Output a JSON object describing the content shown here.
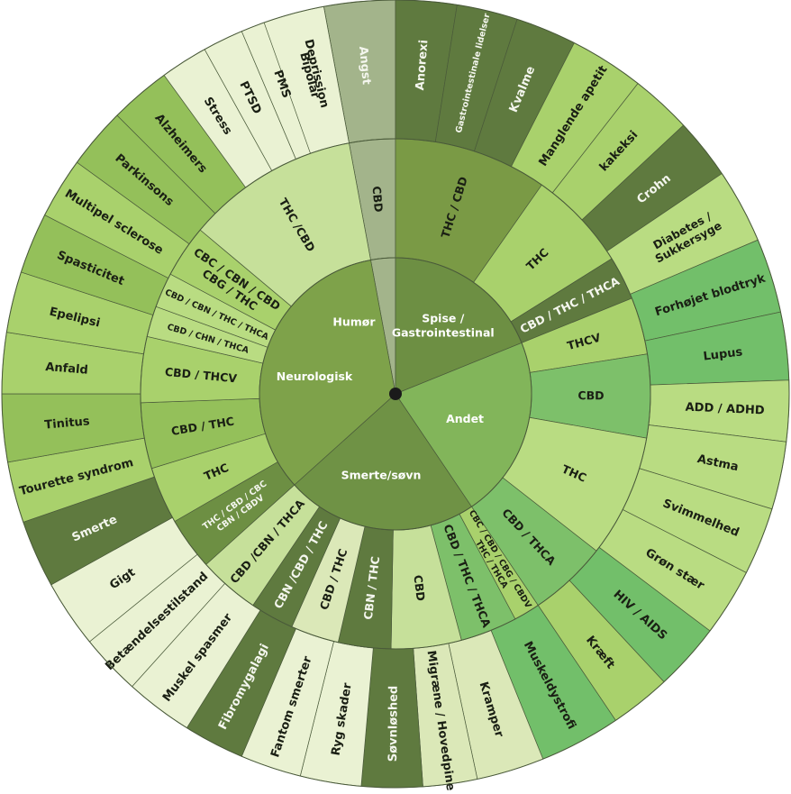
{
  "colors": {
    "dark": "#5f7a3f",
    "mid": "#7fa24c",
    "light": "#b5d27a",
    "pale": "#dbe8b8",
    "vpale": "#eaf2d3",
    "bright": "#72bf6a",
    "grey": "#a3b48b",
    "border": "#4a5a3a"
  },
  "inner": [
    {
      "label": "Humør",
      "fill": "#a3b48b"
    },
    {
      "label": "Spise / Gastrointestinal",
      "lines": [
        "Spise /",
        "Gastrointestinal"
      ],
      "fill": "#6d8f43"
    },
    {
      "label": "Andet",
      "fill": "#82b55a"
    },
    {
      "label": "Smerte/søvn",
      "fill": "#6f9245"
    },
    {
      "label": "Neurologisk",
      "fill": "#7ea24a"
    }
  ],
  "middle": [
    {
      "label": "CBD",
      "fill": "#a3b48b"
    },
    {
      "label": "THC / CBD",
      "fill": "#7a9a45"
    },
    {
      "label": "THC",
      "fill": "#a9d16c"
    },
    {
      "label": "CBD / THC / THCA",
      "fill": "#5f7a3f",
      "light": true
    },
    {
      "label": "THCV",
      "fill": "#a9d16c"
    },
    {
      "label": "CBD",
      "fill": "#7dc06a"
    },
    {
      "label": "THC",
      "fill": "#b9dc82"
    },
    {
      "label": "CBD / THCA",
      "fill": "#7dc06a"
    },
    {
      "label": "CBC / CBD / CBG / CBDV THC / THCA",
      "lines": [
        "CBC / CBD / CBG / CBDV",
        "THC / THCA"
      ],
      "fill": "#a9d16c",
      "small": true
    },
    {
      "label": "CBD / THC / THCA",
      "fill": "#7dc06a"
    },
    {
      "label": "CBD",
      "fill": "#c6e09a"
    },
    {
      "label": "CBN / THC",
      "fill": "#5f7a3f",
      "light": true
    },
    {
      "label": "CBD / THC",
      "fill": "#dbe8b8"
    },
    {
      "label": "CBN /CBD / THC",
      "fill": "#5f7a3f",
      "light": true
    },
    {
      "label": "CBD /CBN / THCA",
      "fill": "#c6e09a"
    },
    {
      "label": "THC / CBD / CBC CBN / CBDV",
      "lines": [
        "THC / CBD / CBC",
        "CBN / CBDV"
      ],
      "fill": "#6d8f43",
      "light": true,
      "small": true
    },
    {
      "label": "THC",
      "fill": "#a9d16c"
    },
    {
      "label": "CBD / THC",
      "fill": "#94c05a"
    },
    {
      "label": "CBD / THCV",
      "fill": "#a9d16c"
    },
    {
      "label": "CBD / CHN / THCA",
      "fill": "#b9dc82",
      "small": true
    },
    {
      "label": "CBD / CBN / THC / THCA",
      "fill": "#b9dc82",
      "small": true
    },
    {
      "label": "CBC / CBN / CBD CBG / THC",
      "lines": [
        "CBC / CBN / CBD",
        "CBG / THC"
      ],
      "fill": "#a9d16c"
    },
    {
      "label": "THC /CBD",
      "fill": "#c6e09a"
    }
  ],
  "outer": [
    {
      "label": "Angst",
      "fill": "#a3b48b",
      "light": true
    },
    {
      "label": "Anorexi",
      "fill": "#5f7a3f",
      "light": true
    },
    {
      "label": "Gastrointestinale lidelser",
      "fill": "#5f7a3f",
      "light": true,
      "small": true
    },
    {
      "label": "Kvalme",
      "fill": "#5f7a3f",
      "light": true
    },
    {
      "label": "Manglende apetit",
      "fill": "#a9d16c"
    },
    {
      "label": "kakeksi",
      "fill": "#a9d16c"
    },
    {
      "label": "Crohn",
      "fill": "#5f7a3f",
      "light": true
    },
    {
      "label": "Diabetes / Sukkersyge",
      "lines": [
        "Diabetes /",
        "Sukkersyge"
      ],
      "fill": "#b9dc82"
    },
    {
      "label": "Forhøjet blodtryk",
      "fill": "#72bf6a"
    },
    {
      "label": "Lupus",
      "fill": "#72bf6a"
    },
    {
      "label": "ADD / ADHD",
      "fill": "#b9dc82"
    },
    {
      "label": "Astma",
      "fill": "#b9dc82"
    },
    {
      "label": "Svimmelhed",
      "fill": "#b9dc82"
    },
    {
      "label": "Grøn stær",
      "fill": "#b9dc82"
    },
    {
      "label": "HIV / AIDS",
      "fill": "#72bf6a"
    },
    {
      "label": "Kræft",
      "fill": "#a9d16c"
    },
    {
      "label": "Muskeldystrofi",
      "fill": "#72bf6a"
    },
    {
      "label": "Kramper",
      "fill": "#dbe8b8"
    },
    {
      "label": "Migræne / Hovedpine",
      "fill": "#dbe8b8"
    },
    {
      "label": "Søvnløshed",
      "fill": "#5f7a3f",
      "light": true
    },
    {
      "label": "Ryg skader",
      "fill": "#eaf2d3"
    },
    {
      "label": "Fantom smerter",
      "fill": "#eaf2d3"
    },
    {
      "label": "Fibromygalagi",
      "fill": "#5f7a3f",
      "light": true
    },
    {
      "label": "Muskel spasmer",
      "fill": "#eaf2d3"
    },
    {
      "label": "Betændelsestilstand",
      "fill": "#eaf2d3"
    },
    {
      "label": "Gigt",
      "fill": "#eaf2d3"
    },
    {
      "label": "Smerte",
      "fill": "#5f7a3f",
      "light": true
    },
    {
      "label": "Tourette syndrom",
      "fill": "#a9d16c"
    },
    {
      "label": "Tinitus",
      "fill": "#94c05a"
    },
    {
      "label": "Anfald",
      "fill": "#a9d16c"
    },
    {
      "label": "Epelipsi",
      "fill": "#a9d16c"
    },
    {
      "label": "Spasticitet",
      "fill": "#94c05a"
    },
    {
      "label": "Multipel sclerose",
      "fill": "#a9d16c"
    },
    {
      "label": "Parkinsons",
      "fill": "#94c05a"
    },
    {
      "label": "Alzheimers",
      "fill": "#94c05a"
    },
    {
      "label": "Stress",
      "fill": "#eaf2d3"
    },
    {
      "label": "PTSD",
      "fill": "#eaf2d3"
    },
    {
      "label": "PMS",
      "fill": "#eaf2d3"
    },
    {
      "label": "Deprission",
      "fill": "#eaf2d3"
    },
    {
      "label": "Bipolar",
      "fill": "#eaf2d3"
    }
  ]
}
